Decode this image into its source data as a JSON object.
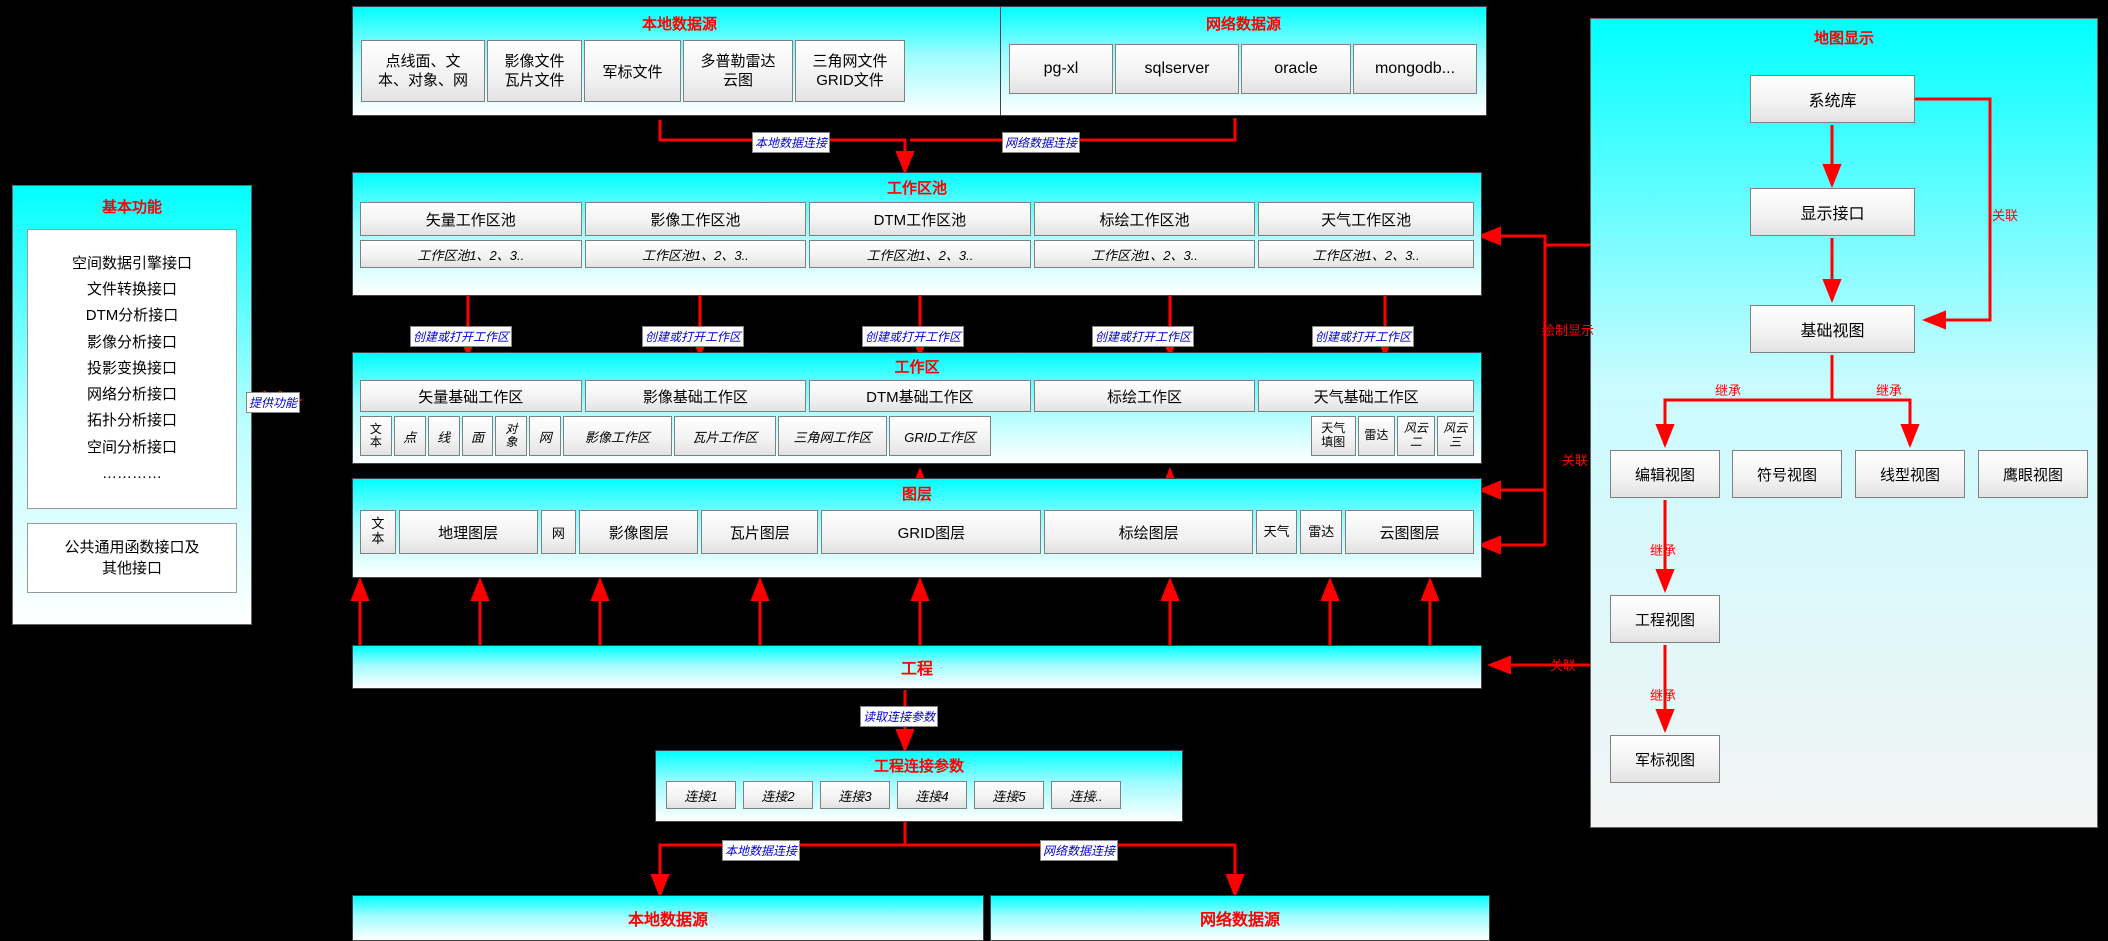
{
  "local_source_top": {
    "title": "本地数据源",
    "items": [
      "点线面、文本、对象、网",
      "影像文件\n瓦片文件",
      "军标文件",
      "多普勒雷达\n云图",
      "三角网文件\nGRID文件"
    ]
  },
  "net_source_top": {
    "title": "网络数据源",
    "items": [
      "pg-xl",
      "sqlserver",
      "oracle",
      "mongodb..."
    ]
  },
  "map_display": {
    "title": "地图显示",
    "nodes": {
      "system_lib": "系统库",
      "display_if": "显示接口",
      "base_view": "基础视图",
      "edit_view": "编辑视图",
      "symbol_view": "符号视图",
      "line_view": "线型视图",
      "eagle_view": "鹰眼视图",
      "project_view": "工程视图",
      "military_view": "军标视图"
    },
    "labels": {
      "assoc1": "关联",
      "assoc2": "关联",
      "assoc3": "关联",
      "draw": "绘制显示",
      "inherit1": "继承",
      "inherit2": "继承",
      "inherit3": "继承",
      "inherit4": "继承"
    }
  },
  "basic_func": {
    "title": "基本功能",
    "list": [
      "空间数据引擎接口",
      "文件转换接口",
      "DTM分析接口",
      "影像分析接口",
      "投影变换接口",
      "网络分析接口",
      "拓扑分析接口",
      "空间分析接口",
      "…………"
    ],
    "bottom": "公共通用函数接口及\n其他接口",
    "edge_label": "提供功能"
  },
  "workzone_pool": {
    "title": "工作区池",
    "cols": [
      "矢量工作区池",
      "影像工作区池",
      "DTM工作区池",
      "标绘工作区池",
      "天气工作区池"
    ],
    "subs": [
      "工作区池1、2、3..",
      "工作区池1、2、3..",
      "工作区池1、2、3..",
      "工作区池1、2、3..",
      "工作区池1、2、3.."
    ]
  },
  "workzone": {
    "title": "工作区",
    "cols": [
      "矢量基础工作区",
      "影像基础工作区",
      "DTM基础工作区",
      "标绘工作区",
      "天气基础工作区"
    ],
    "small": [
      "文本",
      "点",
      "线",
      "面",
      "对象",
      "网",
      "影像工作区",
      "瓦片工作区",
      "三角网工作区",
      "GRID工作区",
      "天气\n填图",
      "雷达",
      "风云\n二",
      "风云\n三"
    ],
    "create_labels": [
      "创建或打开工作区",
      "创建或打开工作区",
      "创建或打开工作区",
      "创建或打开工作区",
      "创建或打开工作区"
    ]
  },
  "layers": {
    "title": "图层",
    "items": [
      "文本",
      "地理图层",
      "网",
      "影像图层",
      "瓦片图层",
      "GRID图层",
      "标绘图层",
      "天气",
      "雷达",
      "云图图层"
    ]
  },
  "project": {
    "title": "工程",
    "read_label": "读取连接参数",
    "assoc_label": "关联"
  },
  "project_conn": {
    "title": "工程连接参数",
    "items": [
      "连接1",
      "连接2",
      "连接3",
      "连接4",
      "连接5",
      "连接.."
    ]
  },
  "bottom_sources": {
    "local_title": "本地数据源",
    "net_title": "网络数据源",
    "local_link": "本地数据连接",
    "net_link": "网络数据连接"
  },
  "top_links": {
    "local_link": "本地数据连接",
    "net_link": "网络数据连接"
  },
  "colors": {
    "arrow": "#ff0000",
    "title": "#ff0000",
    "label_text": "#0000cc"
  }
}
